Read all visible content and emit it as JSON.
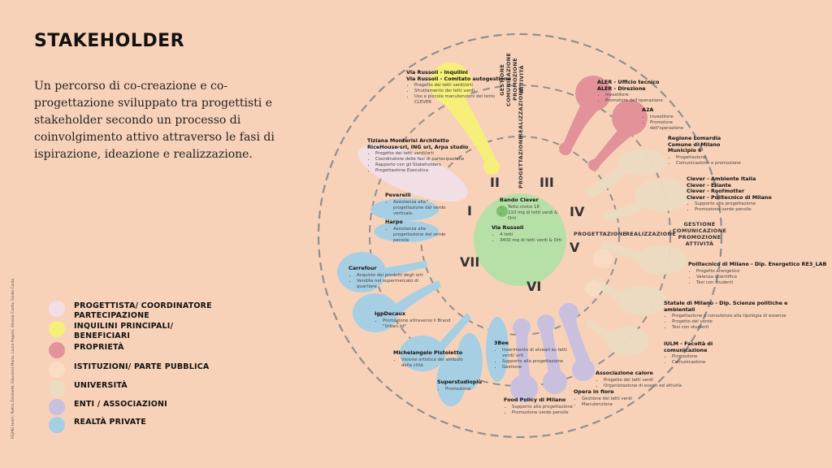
{
  "title": "STAKEHOLDER",
  "intro": "Un percorso di co-creazione e co-progettazione sviluppato tra progettisti e stakeholder secondo un processo di coinvolgimento attivo attraverso le fasi di ispirazione, ideazione e realizzazione.",
  "credit": "KEJMG team: Pietro Zaninetti, Giovanni Maria, Laura Pagani, Alessia Canta, Giulia Costa",
  "legend": [
    {
      "label": "PROGETTISTA/ COORDINATORE PARTECIPAZIONE",
      "color": "#f2dfe6"
    },
    {
      "label": "INQUILINI PRINCIPALI/ BENEFICIARI",
      "color": "#f6f07a"
    },
    {
      "label": "PROPRIETÀ",
      "color": "#e3929a"
    },
    {
      "label": "ISTITUZIONI/ PARTE PUBBLICA",
      "color": "#f9dcc4"
    },
    {
      "label": "UNIVERSITÀ",
      "color": "#ecdcc1"
    },
    {
      "label": "ENTI / ASSOCIAZIONI",
      "color": "#c8c0de"
    },
    {
      "label": "REALTÀ PRIVATE",
      "color": "#a6cfe4"
    }
  ],
  "center": {
    "bando_title": "Bando Clever",
    "bando_items": [
      "Tetto civico 18",
      "210 mq di tetti verdi & Orti"
    ],
    "via_title": "Via Russoli",
    "via_items": [
      "4 tetti",
      "3400 mq di tetti verdi & Orti"
    ]
  },
  "roman": [
    "I",
    "II",
    "III",
    "IV",
    "V",
    "VI",
    "VII"
  ],
  "phases": {
    "top_outer": "GESTIONE COMUNICAZIONE PROMOZIONE ATTIVITÀ",
    "top_mid": "REALIZZAZIONE",
    "top_inner": "PROGETTAZIONE",
    "right_inner": "PROGETTAZIONE",
    "right_mid": "REALIZZAZIONE",
    "right_outer": "GESTIONE COMUNICAZIONE PROMOZIONE ATTIVITÀ"
  },
  "stakeholders": [
    {
      "name": "Via Russoli - Inquilini\nVia Russoli - Comitato autogestione",
      "items": [
        "Progetto dei tetti verdi/orti",
        "Sfruttamento dei tetti verdi",
        "Uso e piccole manutenzioni del tetto CLEVER"
      ]
    },
    {
      "name": "ALER - Ufficio tecnico\nALER - Direzione",
      "items": [
        "Investitore",
        "Promotore dell'operazione"
      ]
    },
    {
      "name": "A2A",
      "items": [
        "Investitore",
        "Promotore dell'operazione"
      ]
    },
    {
      "name": "Regione Lomardia\nComune di Milano\nMunicipio 6",
      "items": [
        "Progettazione",
        "Comunicazione e promozione"
      ]
    },
    {
      "name": "Clever - Ambiente Italia\nClever - Eliante\nClever - Roofmotter\nClever - Politecnico di Milano",
      "items": [
        "Supporto alla progettazione",
        "Promozione verde pensile"
      ]
    },
    {
      "name": "Politecnico di Milano - Dip. Energetico RE3_LAB",
      "items": [
        "Progetto energetico",
        "Valenza scientifica",
        "Tesi con studenti"
      ]
    },
    {
      "name": "Statale di Milano - Dip. Scienze politiche e ambientali",
      "items": [
        "Progettazione e consulenza alla tipologia di essenze",
        "Progetto del verde",
        "Tesi con studenti"
      ]
    },
    {
      "name": "IULM - Facoltà di comunicazione",
      "items": [
        "Promozione",
        "Comunicazione"
      ]
    },
    {
      "name": "Associazione calore",
      "items": [
        "Progetto dei tetti verdi",
        "Organizzazione di eventi ed attività"
      ]
    },
    {
      "name": "Opera in fiore",
      "items": [
        "Gestione dei tetti verdi",
        "Manutenzione"
      ]
    },
    {
      "name": "Food Policy di Milano",
      "items": [
        "Supporto alla progettazione",
        "Promozione verde pensile"
      ]
    },
    {
      "name": "3Bee",
      "items": [
        "Inserimento di alveari su tetti verdi/ orti",
        "Supporto alla progettazione",
        "Gestione"
      ]
    },
    {
      "name": "Superstudiopiù",
      "items": [
        "Promozione"
      ]
    },
    {
      "name": "Michelangelo Pistoletto",
      "items": [
        "Visione artistica del simbolo della città"
      ]
    },
    {
      "name": "IgpDecaux",
      "items": [
        "Promozione attraverso il Brand \"Urban.ist\""
      ]
    },
    {
      "name": "Carrefour",
      "items": [
        "Acquisto dei prodotti degli orti",
        "Vendita nel supermercato di quartiere"
      ]
    },
    {
      "name": "Harpo",
      "items": [
        "Assistenza alla progettazione del verde pensile"
      ]
    },
    {
      "name": "Peverelli",
      "items": [
        "Assistenza alla progettazione del verde verticale"
      ]
    },
    {
      "name": "Tiziana Monterisi Architetto\nRiceHouse srl, ING srl, Arpa studio",
      "items": [
        "Progetto dei tetti verdi/orti",
        "Coordinatore delle fasi di partecipazione",
        "Rapporto con gli Stakeholders",
        "Progettazione Esecutiva"
      ]
    }
  ]
}
